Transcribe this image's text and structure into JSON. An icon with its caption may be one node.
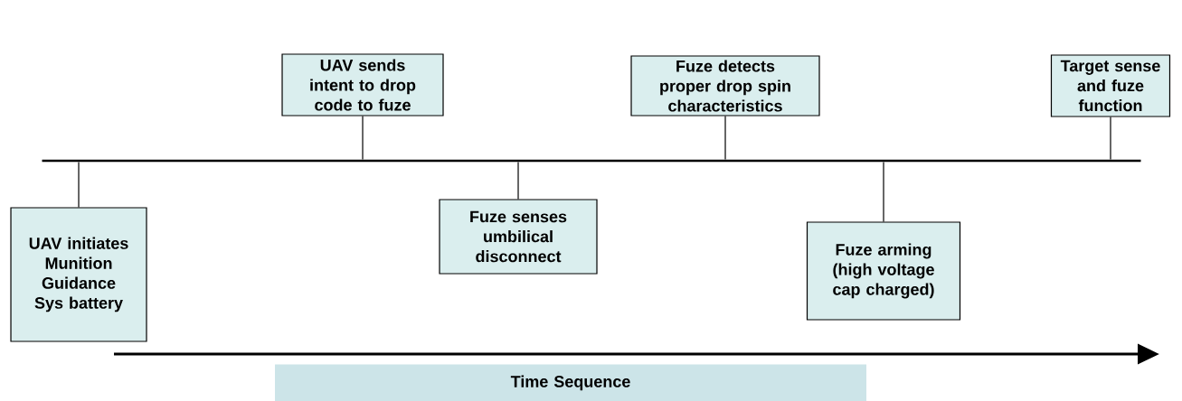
{
  "diagram": {
    "nodes": [
      {
        "text": [
          "UAV initiates Munition Guidance Sys battery"
        ]
      },
      {
        "text": [
          "UAV sends intent to drop code to fuze"
        ]
      },
      {
        "text": [
          "Fuze senses umbilical disconnect"
        ]
      },
      {
        "text": [
          "Fuze detects proper drop spin characteristics"
        ]
      },
      {
        "text": [
          "Fuze arming (high voltage cap charged)"
        ]
      },
      {
        "text": [
          "Target sense and fuze function"
        ]
      },
      {
        "text": [],
        "shape": "line"
      },
      {
        "text": [
          "Time Sequence"
        ]
      }
    ],
    "edges": [
      {
        "from": 0,
        "to": 6,
        "arrow": "none"
      },
      {
        "from": 1,
        "to": 6,
        "arrow": "none"
      },
      {
        "from": 2,
        "to": 6,
        "arrow": "none"
      },
      {
        "from": 3,
        "to": 6,
        "arrow": "none"
      },
      {
        "from": 4,
        "to": 6,
        "arrow": "none"
      },
      {
        "from": 5,
        "to": 6,
        "arrow": "none"
      }
    ]
  }
}
